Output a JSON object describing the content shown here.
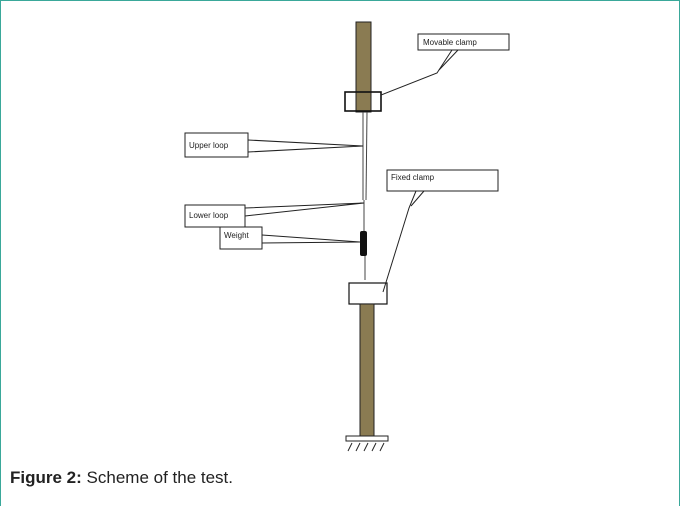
{
  "diagram": {
    "labels": {
      "movable_clamp": "Movable clamp",
      "upper_loop": "Upper loop",
      "fixed_clamp": "Fixed clamp",
      "lower_loop": "Lower loop",
      "weight": "Weight"
    },
    "colors": {
      "rod": "#8a7b52",
      "border": "#3aa89a",
      "weight": "#111111"
    }
  },
  "caption": {
    "label": "Figure 2:",
    "text": "Scheme of the test."
  }
}
